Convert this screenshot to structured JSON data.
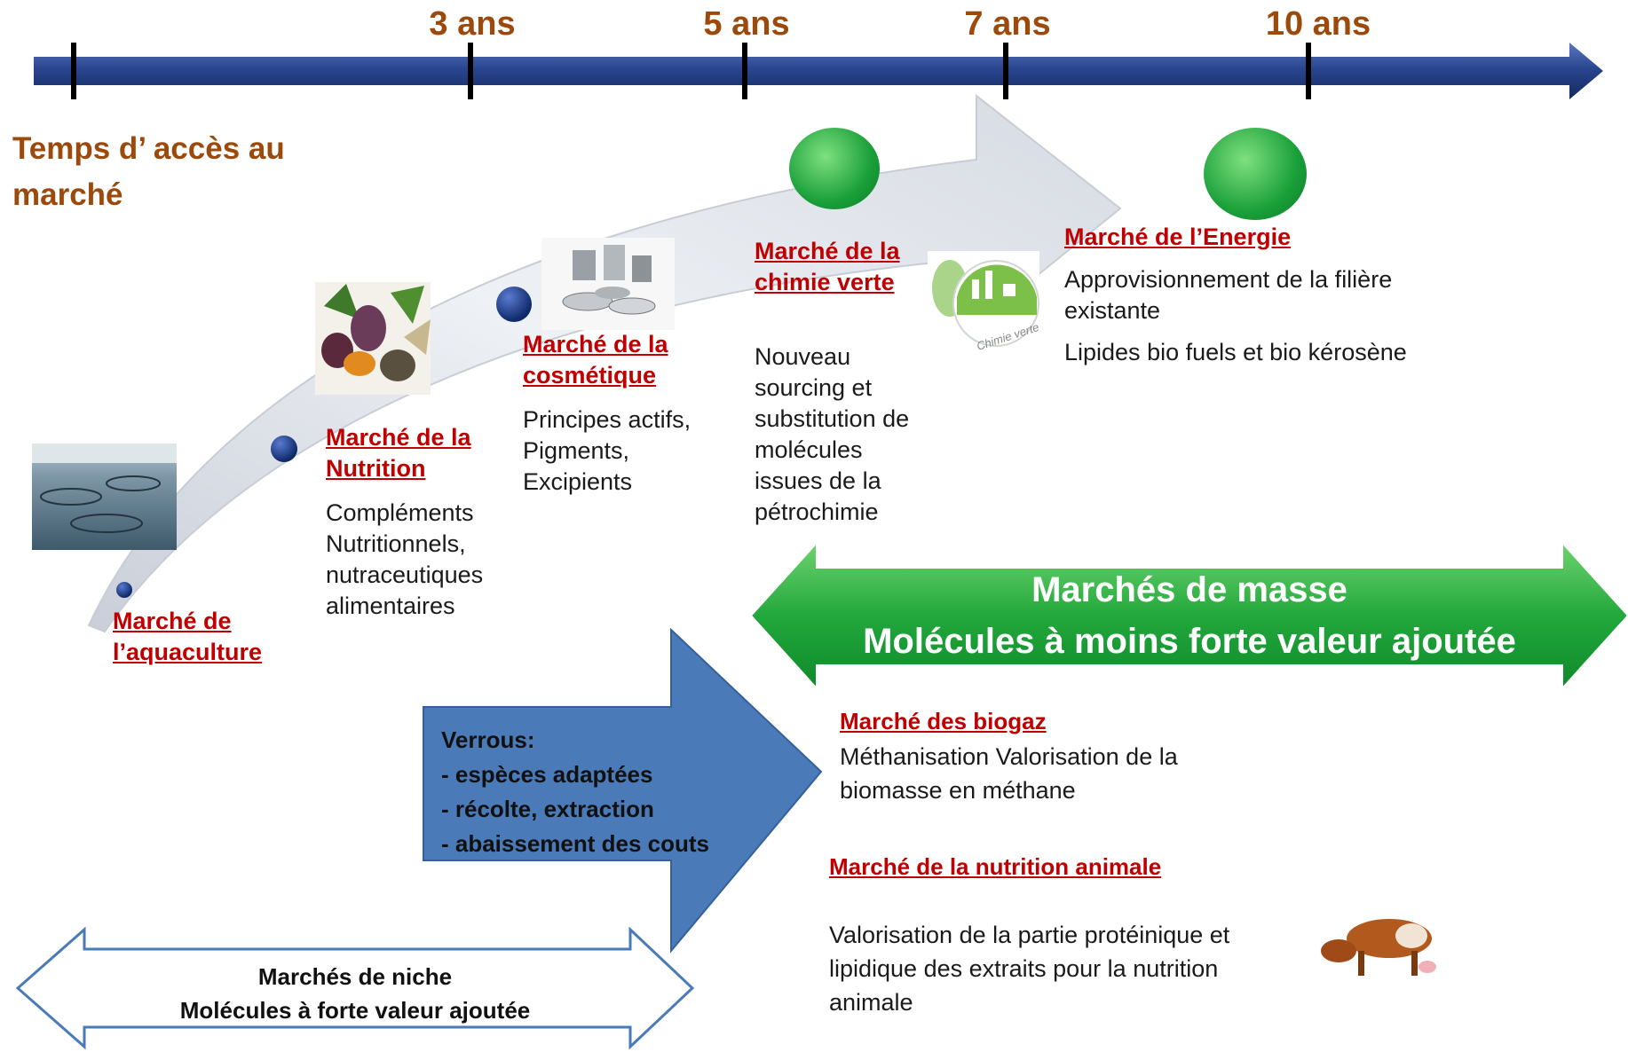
{
  "timeline": {
    "ticks": [
      "3 ans",
      "5 ans",
      "7 ans",
      "10 ans"
    ]
  },
  "heading": "Temps d’ accès au marché",
  "markets": {
    "aquaculture": {
      "title": "Marché de l’aquaculture",
      "lines": []
    },
    "nutrition": {
      "title": "Marché de la Nutrition",
      "lines": [
        "Compléments Nutritionnels, nutraceutiques alimentaires"
      ]
    },
    "cosmetique": {
      "title": "Marché de la cosmétique",
      "lines": [
        "Principes actifs, Pigments, Excipients"
      ]
    },
    "chimie": {
      "title": "Marché de la chimie verte",
      "lines": [
        "Nouveau sourcing et substitution de molécules issues de la pétrochimie"
      ]
    },
    "energie": {
      "title": "Marché de l’Energie",
      "lines": [
        "Approvisionnement de la filière existante",
        "Lipides bio fuels et bio kérosène"
      ]
    },
    "biogaz": {
      "title": "Marché des biogaz",
      "lines": [
        "Méthanisation Valorisation de la biomasse en méthane"
      ]
    },
    "nutrition_animale": {
      "title": "Marché de la nutrition animale",
      "lines": [
        "Valorisation de la partie protéinique  et lipidique des extraits pour la nutrition animale"
      ]
    }
  },
  "mass_markets": {
    "line1": "Marchés de masse",
    "line2": "Molécules à moins forte  valeur ajoutée"
  },
  "niche_markets": {
    "line1": "Marchés de niche",
    "line2": "Molécules à forte valeur ajoutée"
  },
  "verrous": {
    "title": "Verrous:",
    "items": [
      "- espèces adaptées",
      "- récolte, extraction",
      "- abaissement des couts"
    ]
  },
  "images": {
    "aquaculture": "fish-farm-photo",
    "nutrition": "vegetables-photo",
    "cosmetique": "cosmetic-jars-photo",
    "chimie": "chimie-verte-logo",
    "animal": "cow-photo"
  },
  "colors": {
    "timeline": "#1f3a7a",
    "tick_label": "#9c4a0c",
    "market_title": "#c00000",
    "mass_arrow": "#1aa03a",
    "verrous_arrow": "#4a7ab8",
    "niche_outline": "#4a7ab8"
  }
}
